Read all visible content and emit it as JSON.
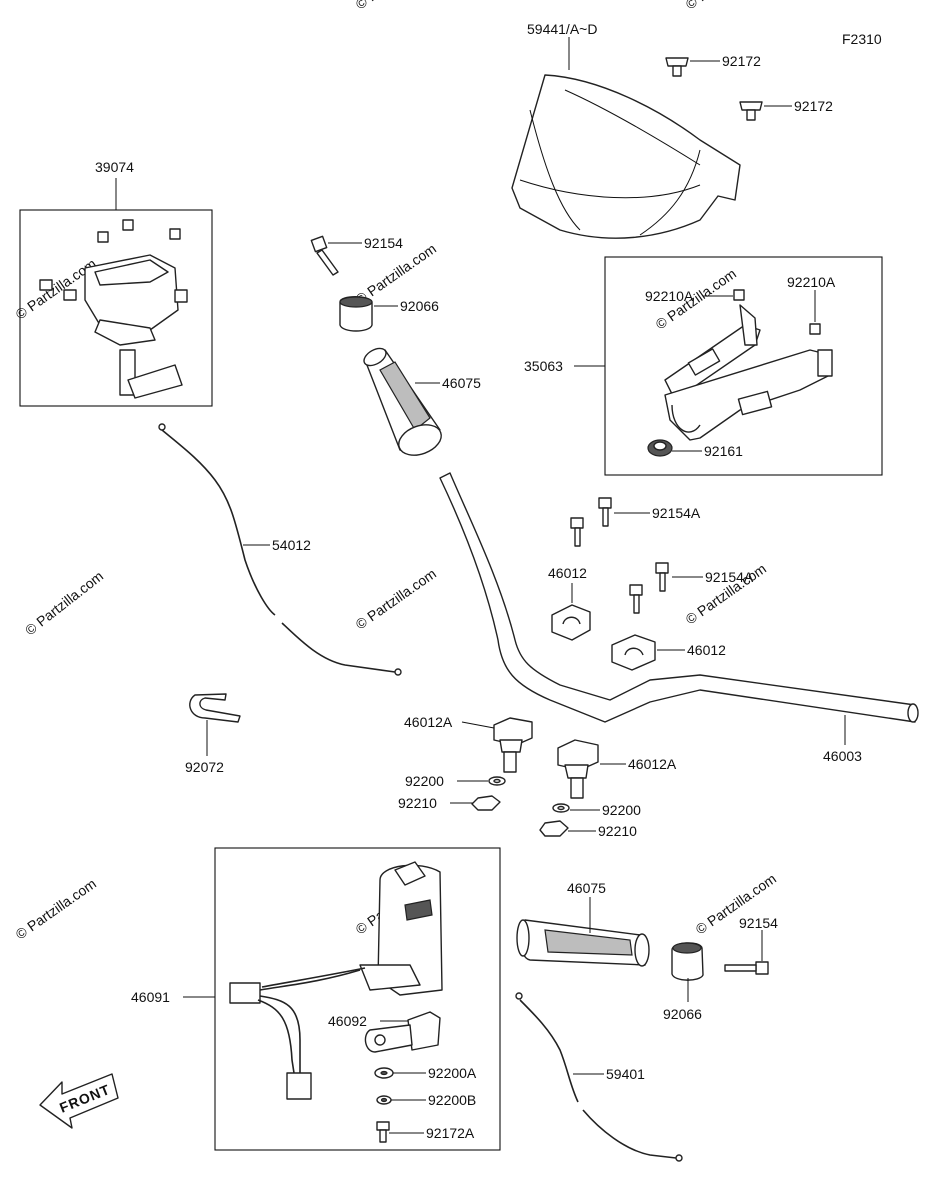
{
  "figure_code": "F2310",
  "watermark_main": "© Partzilla.com",
  "watermark_small": "© Partzilla.com",
  "front_label": "FRONT",
  "labels": {
    "l59441": "59441/A~D",
    "l92172_a": "92172",
    "l92172_b": "92172",
    "l39074": "39074",
    "l92154_top": "92154",
    "l92066_top": "92066",
    "l46075_top": "46075",
    "l92210A_a": "92210A",
    "l92210A_b": "92210A",
    "l35063": "35063",
    "l92161": "92161",
    "l54012": "54012",
    "l92154A_a": "92154A",
    "l46012_a": "46012",
    "l92154A_b": "92154A",
    "l46012_b": "46012",
    "l92072": "92072",
    "l46012A_a": "46012A",
    "l46012A_b": "46012A",
    "l92200_a": "92200",
    "l92210_a": "92210",
    "l92200_b": "92200",
    "l92210_b": "92210",
    "l46003": "46003",
    "l46075_bot": "46075",
    "l92154_bot": "92154",
    "l46091": "46091",
    "l92066_bot": "92066",
    "l46092": "46092",
    "l59401": "59401",
    "l92200A": "92200A",
    "l92200B": "92200B",
    "l92172A": "92172A"
  }
}
